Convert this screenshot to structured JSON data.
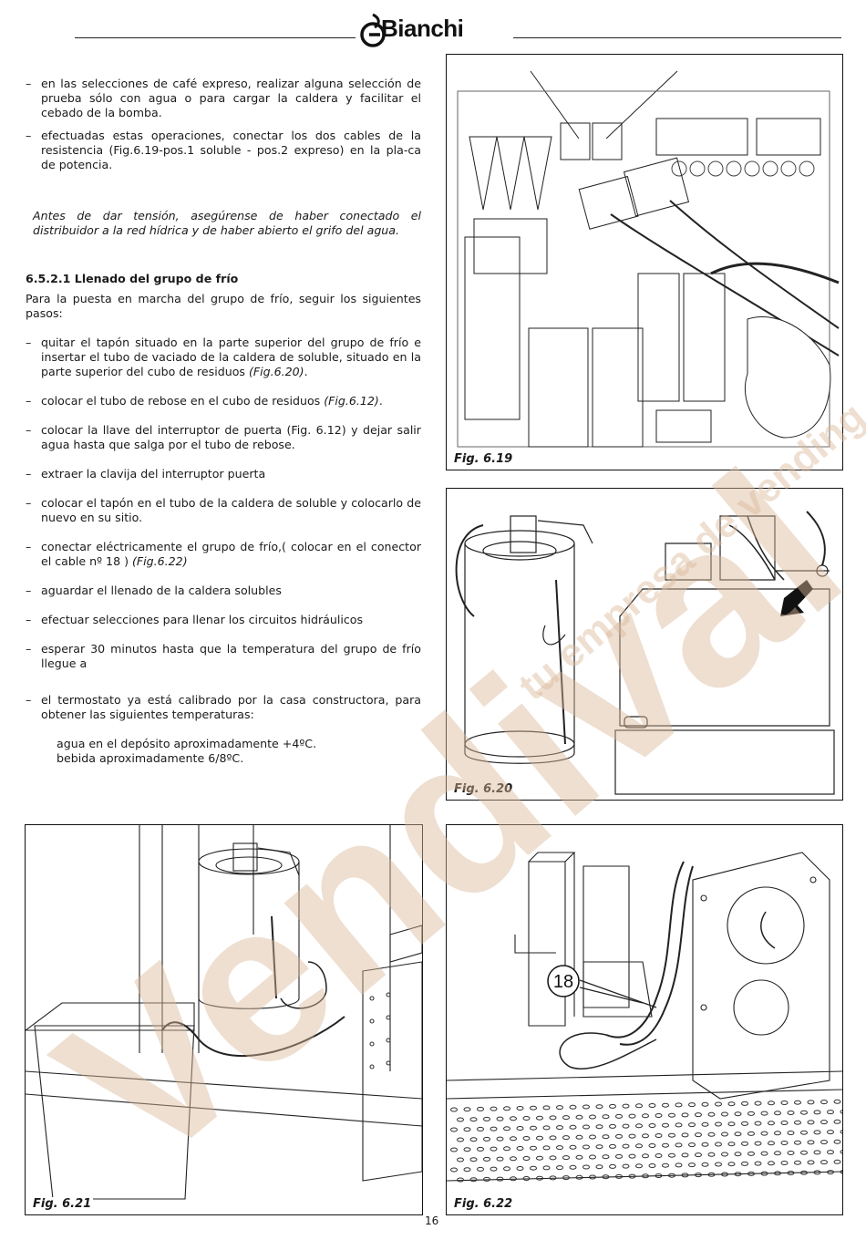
{
  "header": {
    "brand": "Bianchi"
  },
  "content": {
    "bullets_top": [
      "en las selecciones de café expreso, realizar alguna selección de prueba sólo con agua o para cargar la caldera y facilitar el cebado de la bomba.",
      "efectuadas estas operaciones, conectar los dos cables de la resistencia (Fig.6.19-pos.1 soluble - pos.2 expreso) en la pla-ca de potencia."
    ],
    "warning_note": "Antes de dar tensión, asegúrense de haber conectado el distribuidor a la red hídrica y de haber abierto el grifo del agua.",
    "section_title": "6.5.2.1 Llenado del grupo de frío",
    "intro": "Para la puesta en marcha del grupo de frío, seguir los siguientes pasos:",
    "steps": [
      {
        "text": "quitar el tapón situado en la parte superior del grupo de frío e insertar el tubo de vaciado de la caldera de soluble, situado en la parte superior del cubo de residuos ",
        "ref": "(Fig.6.20)",
        "after": "."
      },
      {
        "text": "colocar el tubo de rebose en el cubo de residuos ",
        "ref": "(Fig.6.12)",
        "after": "."
      },
      {
        "text": "colocar la llave del interruptor de puerta (Fig. 6.12) y dejar salir agua hasta que salga por el tubo de rebose.",
        "ref": "",
        "after": ""
      },
      {
        "text": "extraer la clavija del interruptor puerta",
        "ref": "",
        "after": ""
      },
      {
        "text": "colocar el tapón en el tubo de la caldera de soluble y colocarlo de nuevo en su sitio.",
        "ref": "",
        "after": ""
      },
      {
        "text": "conectar eléctricamente el grupo de frío,( colocar en el conector el cable nº 18 ) ",
        "ref": "(Fig.6.22)",
        "after": ""
      },
      {
        "text": "aguardar el llenado de la caldera solubles",
        "ref": "",
        "after": ""
      },
      {
        "text": "efectuar selecciones para llenar los circuitos hidráulicos",
        "ref": "",
        "after": ""
      },
      {
        "text": "esperar 30 minutos hasta que la temperatura del grupo de frío llegue a",
        "ref": "",
        "after": ""
      },
      {
        "text": "el termostato ya está calibrado por la casa constructora, para obtener las siguientes temperaturas:",
        "ref": "",
        "after": ""
      }
    ],
    "temperatures": [
      "agua en el depósito aproximadamente +4ºC.",
      "bebida aproximadamente 6/8ºC."
    ]
  },
  "figures": {
    "fig_619": {
      "caption": "Fig. 6.19"
    },
    "fig_620": {
      "caption": "Fig. 6.20"
    },
    "fig_621": {
      "caption": "Fig. 6.21"
    },
    "fig_622": {
      "caption": "Fig. 6.22",
      "callout": "18"
    }
  },
  "watermark": {
    "brand": "Vendival",
    "tagline": "tu empresa de vending",
    "color": "#d9b89a"
  },
  "footer": {
    "page_number": "16"
  }
}
